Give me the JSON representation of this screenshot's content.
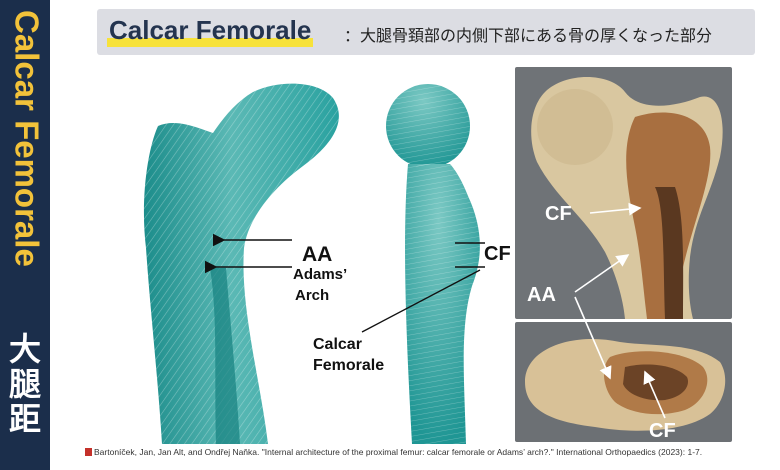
{
  "sidebar": {
    "title_en": "Calcar Femorale",
    "title_jp": "大腿距"
  },
  "title": {
    "en": "Calcar Femorale",
    "jp": "：大腿骨頚部の内側下部にある骨の厚くなった部分"
  },
  "figure": {
    "label_aa": "AA",
    "label_adams": "Adams’",
    "label_arch": "Arch",
    "label_cf_mid": "CF",
    "label_calcar": "Calcar",
    "label_femorale": "Femorale",
    "photo_cf_top": "CF",
    "photo_aa": "AA",
    "photo_cf_bottom": "CF"
  },
  "citation": "Bartoníček, Jan, Jan Alt, and Ondřej Naňka. \"Internal architecture of the proximal femur: calcar femorale or Adams’ arch?.\" International Orthopaedics (2023): 1-7.",
  "colors": {
    "sidebar_bg": "#1b2e4b",
    "sidebar_text": "#f2c23a",
    "title_bg": "#dcdde3",
    "highlight": "#f7e23a",
    "bone_stain": "#1e9a98"
  }
}
